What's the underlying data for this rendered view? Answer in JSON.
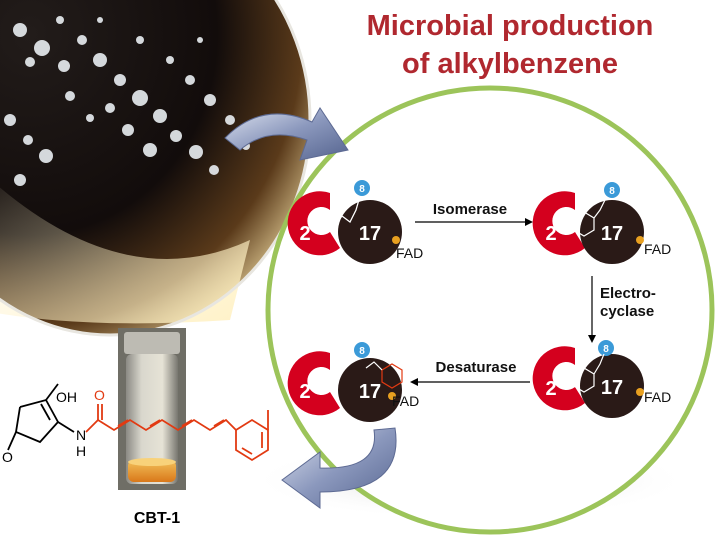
{
  "title": {
    "line1": "Microbial production",
    "line2": "of alkylbenzene"
  },
  "steps": {
    "isomerase": "Isomerase",
    "electrocyclase_line1": "Electro-",
    "electrocyclase_line2": "cyclase",
    "desaturase": "Desaturase"
  },
  "complex": {
    "acp": "2",
    "enzyme": "17",
    "badge": "8",
    "cofactor": "FAD"
  },
  "product": {
    "name": "CBT-1",
    "oh": "OH",
    "o_ring": "O",
    "o_amide": "O",
    "nh": "N",
    "h": "H"
  },
  "colors": {
    "title": "#b0282f",
    "acp_red": "#d4001e",
    "enzyme_dark": "#2a1a17",
    "badge_blue": "#3b9ad8",
    "fad_orange": "#e8a020",
    "circle_green": "#9cc45a",
    "product_red": "#e23a12"
  }
}
